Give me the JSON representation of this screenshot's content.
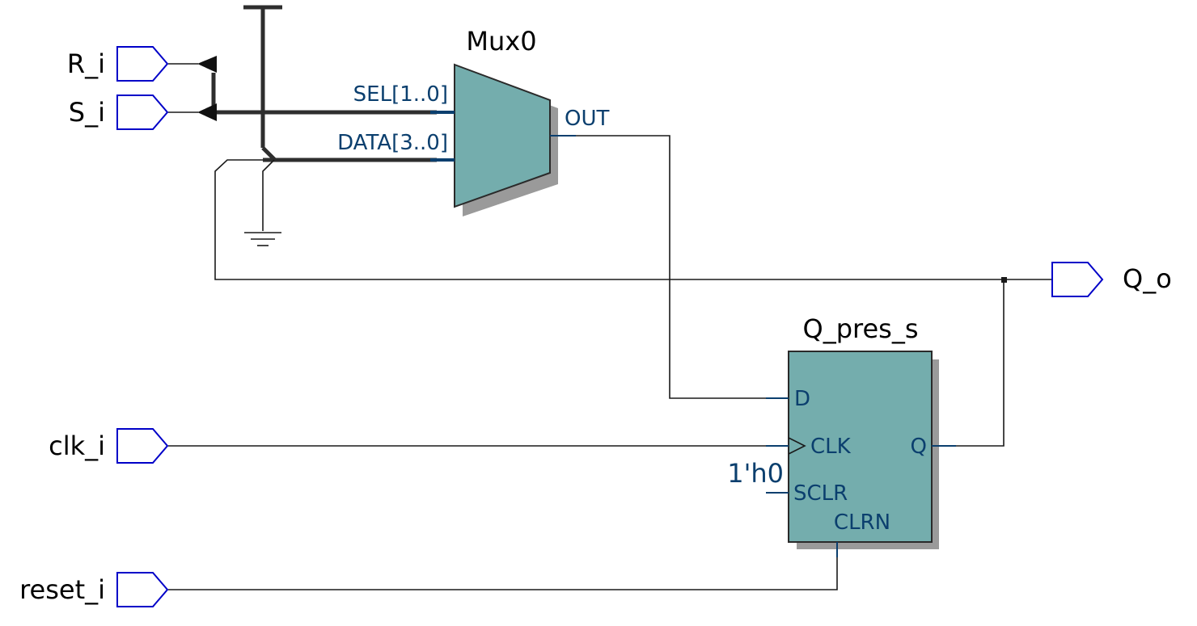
{
  "colors": {
    "block_fill": "#74adad",
    "shadow": "#9a9a9a",
    "port_outline": "#0000c8",
    "pin_text": "#0b3f6e",
    "wire": "#1a1a1a"
  },
  "ports": {
    "inputs": [
      "R_i",
      "S_i",
      "clk_i",
      "reset_i"
    ],
    "outputs": [
      "Q_o"
    ]
  },
  "mux": {
    "name": "Mux0",
    "pins": {
      "sel": "SEL[1..0]",
      "data": "DATA[3..0]",
      "out": "OUT"
    }
  },
  "flipflop": {
    "name": "Q_pres_s",
    "pins": {
      "d": "D",
      "clk": "CLK",
      "sclr": "SCLR",
      "clrn": "CLRN",
      "q": "Q"
    },
    "sclr_const": "1'h0"
  }
}
